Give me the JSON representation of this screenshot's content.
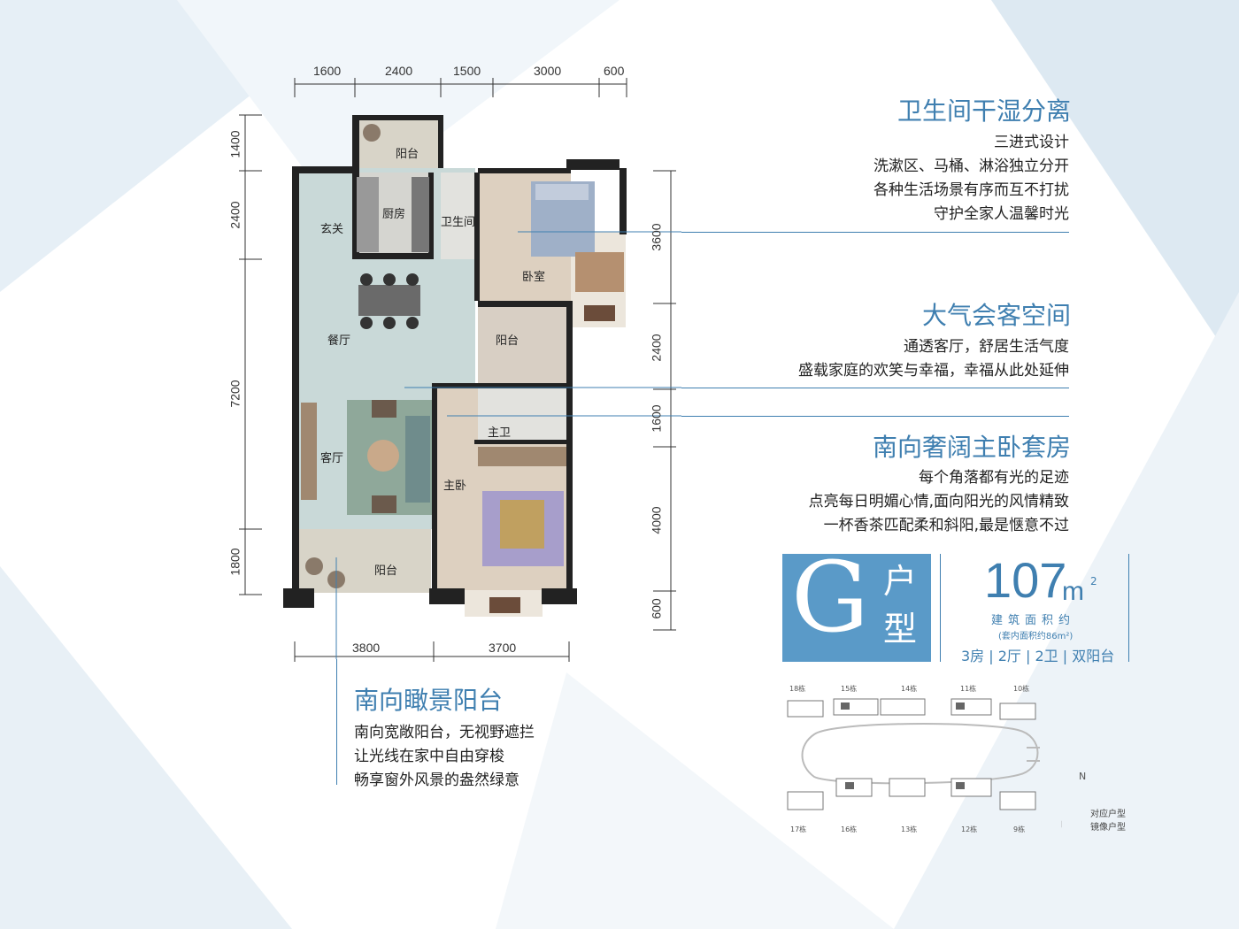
{
  "dimensions": {
    "top": [
      "1600",
      "2400",
      "1500",
      "3000",
      "600"
    ],
    "bottom": [
      "3800",
      "3700"
    ],
    "left": [
      "1400",
      "2400",
      "7200",
      "1800"
    ],
    "right": [
      "3600",
      "2400",
      "1600",
      "4000",
      "600"
    ]
  },
  "rooms": {
    "balcony_top": "阳台",
    "foyer": "玄关",
    "kitchen": "厨房",
    "bathroom": "卫生间",
    "bedroom": "卧室",
    "dining": "餐厅",
    "balcony_mid": "阳台",
    "master_bath": "主卫",
    "living": "客厅",
    "master_bedroom": "主卧",
    "balcony_bottom": "阳台"
  },
  "features": [
    {
      "title": "卫生间干湿分离",
      "lines": [
        "三进式设计",
        "洗漱区、马桶、淋浴独立分开",
        "各种生活场景有序而互不打扰",
        "守护全家人温馨时光"
      ]
    },
    {
      "title": "大气会客空间",
      "lines": [
        "通透客厅，舒居生活气度",
        "盛载家庭的欢笑与幸福，幸福从此处延伸"
      ]
    },
    {
      "title": "南向奢阔主卧套房",
      "lines": [
        "每个角落都有光的足迹",
        "点亮每日明媚心情,面向阳光的风情精致",
        "一杯香茶匹配柔和斜阳,最是惬意不过"
      ]
    }
  ],
  "balcony_feature": {
    "title": "南向瞰景阳台",
    "lines": [
      "南向宽敞阳台，无视野遮拦",
      "让光线在家中自由穿梭",
      "畅享窗外风景的盎然绿意"
    ]
  },
  "badge": {
    "letter": "G",
    "char1": "户",
    "char2": "型"
  },
  "area": {
    "value": "107",
    "unit": "m",
    "sup": "2",
    "label": "建筑面积约",
    "inner": "(套内面积约86m²)",
    "layout": "3房 | 2厅 | 2卫 | 双阳台"
  },
  "site": {
    "top_buildings": [
      "18栋",
      "15栋",
      "14栋",
      "11栋",
      "10栋"
    ],
    "bottom_buildings": [
      "17栋",
      "16栋",
      "13栋",
      "12栋",
      "9栋"
    ],
    "north": "N",
    "legend": [
      "对应户型",
      "镜像户型"
    ]
  },
  "colors": {
    "accent": "#3f7fb0",
    "badge": "#5a9ac8"
  }
}
